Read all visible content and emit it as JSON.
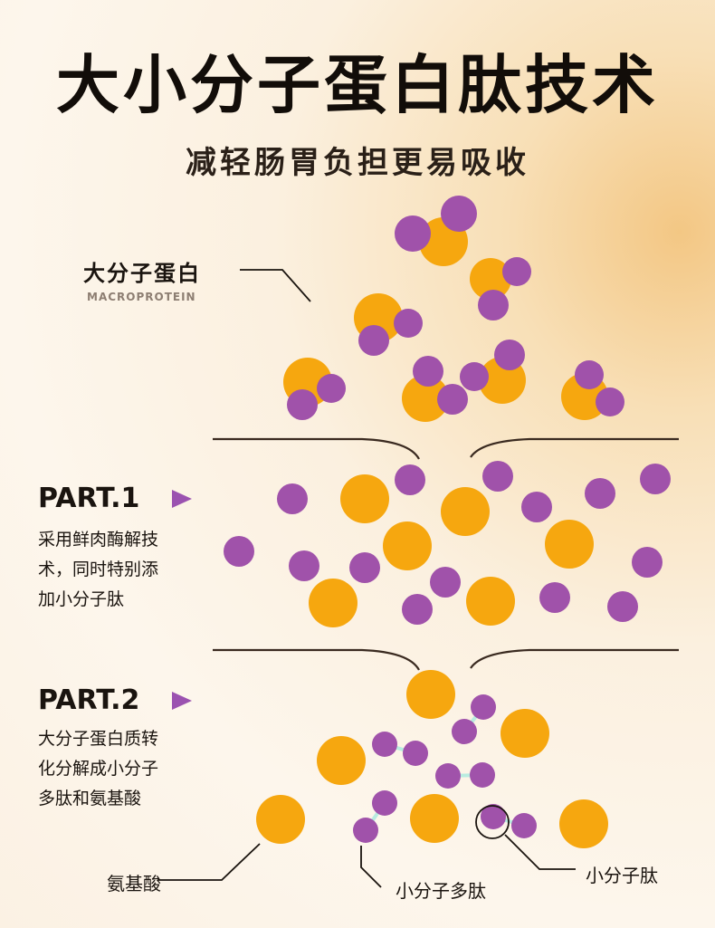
{
  "header": {
    "title": "大小分子蛋白肽技术",
    "subtitle": "减轻肠胃负担更易吸收"
  },
  "macro": {
    "label": "大分子蛋白",
    "sublabel": "MACROPROTEIN"
  },
  "part1": {
    "title": "PART.1",
    "desc_line1": "采用鲜肉酶解技",
    "desc_line2": "术，同时特别添",
    "desc_line3": "加小分子肽"
  },
  "part2": {
    "title": "PART.2",
    "desc_line1": "大分子蛋白质转",
    "desc_line2": "化分解成小分子",
    "desc_line3": "多肽和氨基酸"
  },
  "labels": {
    "amino_acid": "氨基酸",
    "polypeptide": "小分子多肽",
    "peptide": "小分子肽"
  },
  "colors": {
    "orange": "#f6a70f",
    "purple": "#a052aa",
    "link": "#b8ece0"
  }
}
